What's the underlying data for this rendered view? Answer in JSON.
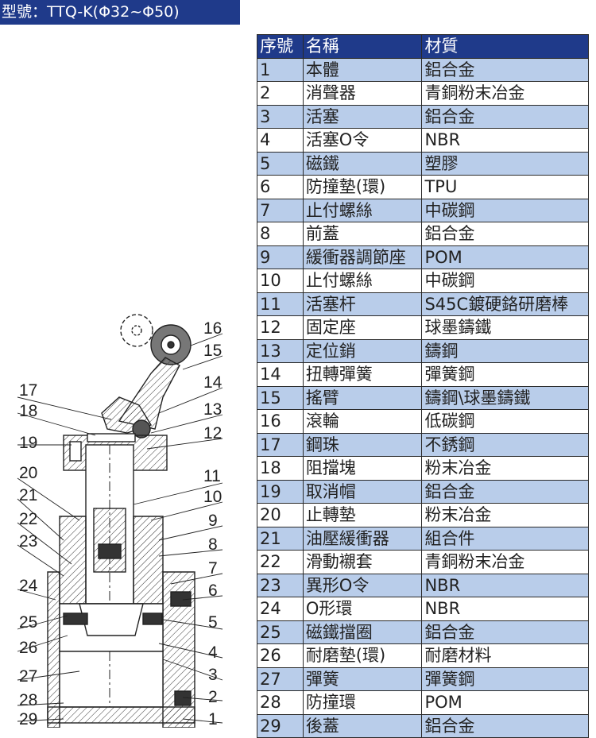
{
  "title": "型號：TTQ-K(Φ32~Φ50)",
  "colors": {
    "header_bg": "#1f3a8a",
    "stripe": "#b9cdea",
    "text": "#222222"
  },
  "table": {
    "headers": [
      "序號",
      "名稱",
      "材質"
    ],
    "rows": [
      [
        "1",
        "本體",
        "鋁合金"
      ],
      [
        "2",
        "消聲器",
        "青銅粉末冶金"
      ],
      [
        "3",
        "活塞",
        "鋁合金"
      ],
      [
        "4",
        "活塞O令",
        "NBR"
      ],
      [
        "5",
        "磁鐵",
        "塑膠"
      ],
      [
        "6",
        "防撞墊(環)",
        "TPU"
      ],
      [
        "7",
        "止付螺絲",
        "中碳鋼"
      ],
      [
        "8",
        "前蓋",
        "鋁合金"
      ],
      [
        "9",
        "緩衝器調節座",
        "POM"
      ],
      [
        "10",
        "止付螺絲",
        "中碳鋼"
      ],
      [
        "11",
        "活塞杆",
        "S45C鍍硬鉻研磨棒"
      ],
      [
        "12",
        "固定座",
        "球墨鑄鐵"
      ],
      [
        "13",
        "定位銷",
        "鑄鋼"
      ],
      [
        "14",
        "扭轉彈簧",
        "彈簧鋼"
      ],
      [
        "15",
        "搖臂",
        "鑄鋼\\球墨鑄鐵"
      ],
      [
        "16",
        "滾輪",
        "低碳鋼"
      ],
      [
        "17",
        "鋼珠",
        "不銹鋼"
      ],
      [
        "18",
        "阻擋塊",
        "粉末冶金"
      ],
      [
        "19",
        "取消帽",
        "鋁合金"
      ],
      [
        "20",
        "止轉墊",
        "粉末冶金"
      ],
      [
        "21",
        "油壓緩衝器",
        "組合件"
      ],
      [
        "22",
        "滑動襯套",
        "青銅粉末冶金"
      ],
      [
        "23",
        "異形O令",
        "NBR"
      ],
      [
        "24",
        "O形環",
        "NBR"
      ],
      [
        "25",
        "磁鐵擋圈",
        "鋁合金"
      ],
      [
        "26",
        "耐磨墊(環)",
        "耐磨材料"
      ],
      [
        "27",
        "彈簧",
        "彈簧鋼"
      ],
      [
        "28",
        "防撞環",
        "POM"
      ],
      [
        "29",
        "後蓋",
        "鋁合金"
      ]
    ]
  },
  "callouts": {
    "left": [
      "17",
      "18",
      "19",
      "20",
      "21",
      "22",
      "23",
      "24",
      "25",
      "26",
      "27",
      "28",
      "29"
    ],
    "right": [
      "16",
      "15",
      "14",
      "13",
      "12",
      "11",
      "10",
      "9",
      "8",
      "7",
      "6",
      "5",
      "4",
      "3",
      "2",
      "1"
    ]
  }
}
